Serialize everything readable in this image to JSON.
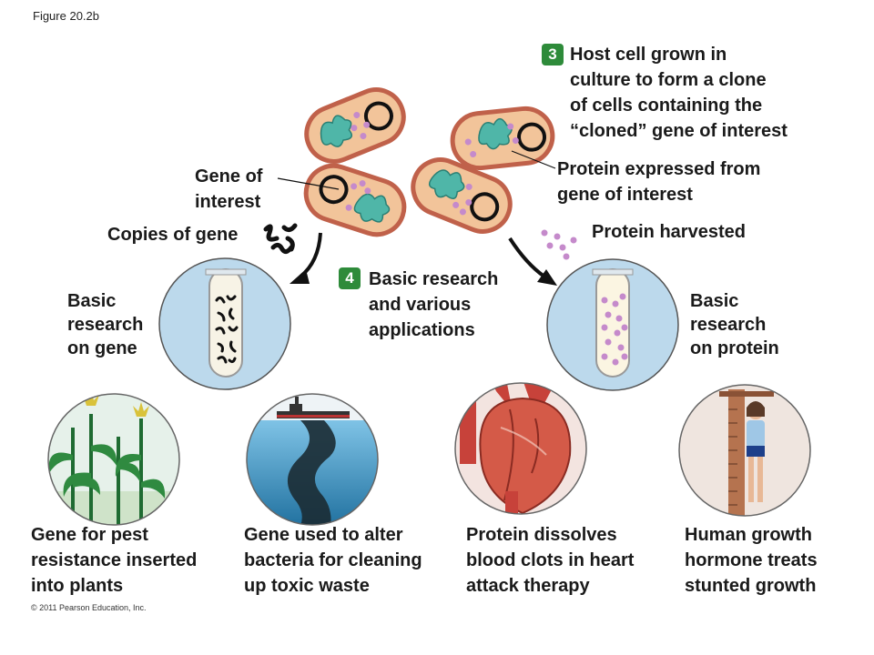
{
  "figure_label": "Figure 20.2b",
  "step3": {
    "number": "3",
    "lines": [
      "Host cell grown in",
      "culture to form a clone",
      "of cells containing the",
      "“cloned” gene of interest"
    ]
  },
  "protein_expressed": {
    "lines": [
      "Protein expressed from",
      "gene of interest"
    ]
  },
  "gene_of_interest": {
    "lines": [
      "Gene of",
      "interest"
    ]
  },
  "copies_of_gene": "Copies of gene",
  "protein_harvested": "Protein harvested",
  "step4": {
    "number": "4",
    "lines": [
      "Basic research",
      "and various",
      "applications"
    ]
  },
  "basic_research_gene": {
    "lines": [
      "Basic",
      "research",
      "on gene"
    ]
  },
  "basic_research_protein": {
    "lines": [
      "Basic",
      "research",
      "on protein"
    ]
  },
  "applications": [
    {
      "lines": [
        "Gene for pest",
        "resistance inserted",
        "into plants"
      ]
    },
    {
      "lines": [
        "Gene used to alter",
        "bacteria for cleaning",
        "up toxic waste"
      ]
    },
    {
      "lines": [
        "Protein dissolves",
        "blood clots in heart",
        "attack therapy"
      ]
    },
    {
      "lines": [
        "Human growth",
        "hormone treats",
        "stunted growth"
      ]
    }
  ],
  "copyright": "© 2011 Pearson Education, Inc.",
  "colors": {
    "badge": "#2e8b3a",
    "cell_fill": "#f2c49a",
    "cell_border": "#c0614a",
    "gene_teal": "#4fb6a8",
    "protein_purple": "#c58acb",
    "circle_bg": "#bcd9ec"
  }
}
